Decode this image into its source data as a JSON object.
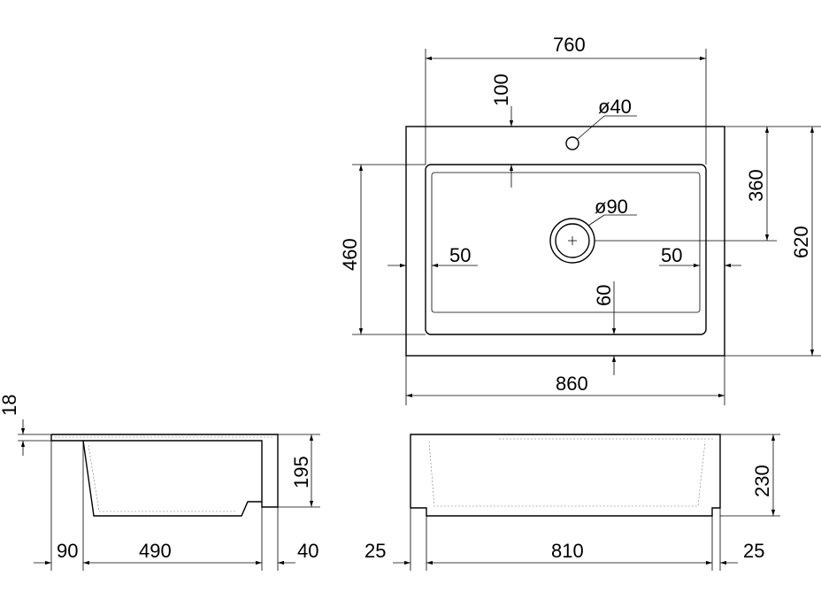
{
  "dimensions": {
    "top_inner_width": "760",
    "top_front_offset": "100",
    "tap_hole_diameter": "ø40",
    "back_to_drain": "360",
    "drain_diameter": "ø90",
    "bowl_depth": "460",
    "left_rim": "50",
    "right_rim": "50",
    "front_rim": "60",
    "overall_depth": "620",
    "overall_width": "860",
    "rim_thickness": "18",
    "bowl_height_side": "195",
    "side_front_overhang": "90",
    "side_bowl_depth": "490",
    "side_back_offset": "40",
    "front_left_offset": "25",
    "front_bottom_width": "810",
    "front_right_offset": "25",
    "front_height": "230"
  }
}
